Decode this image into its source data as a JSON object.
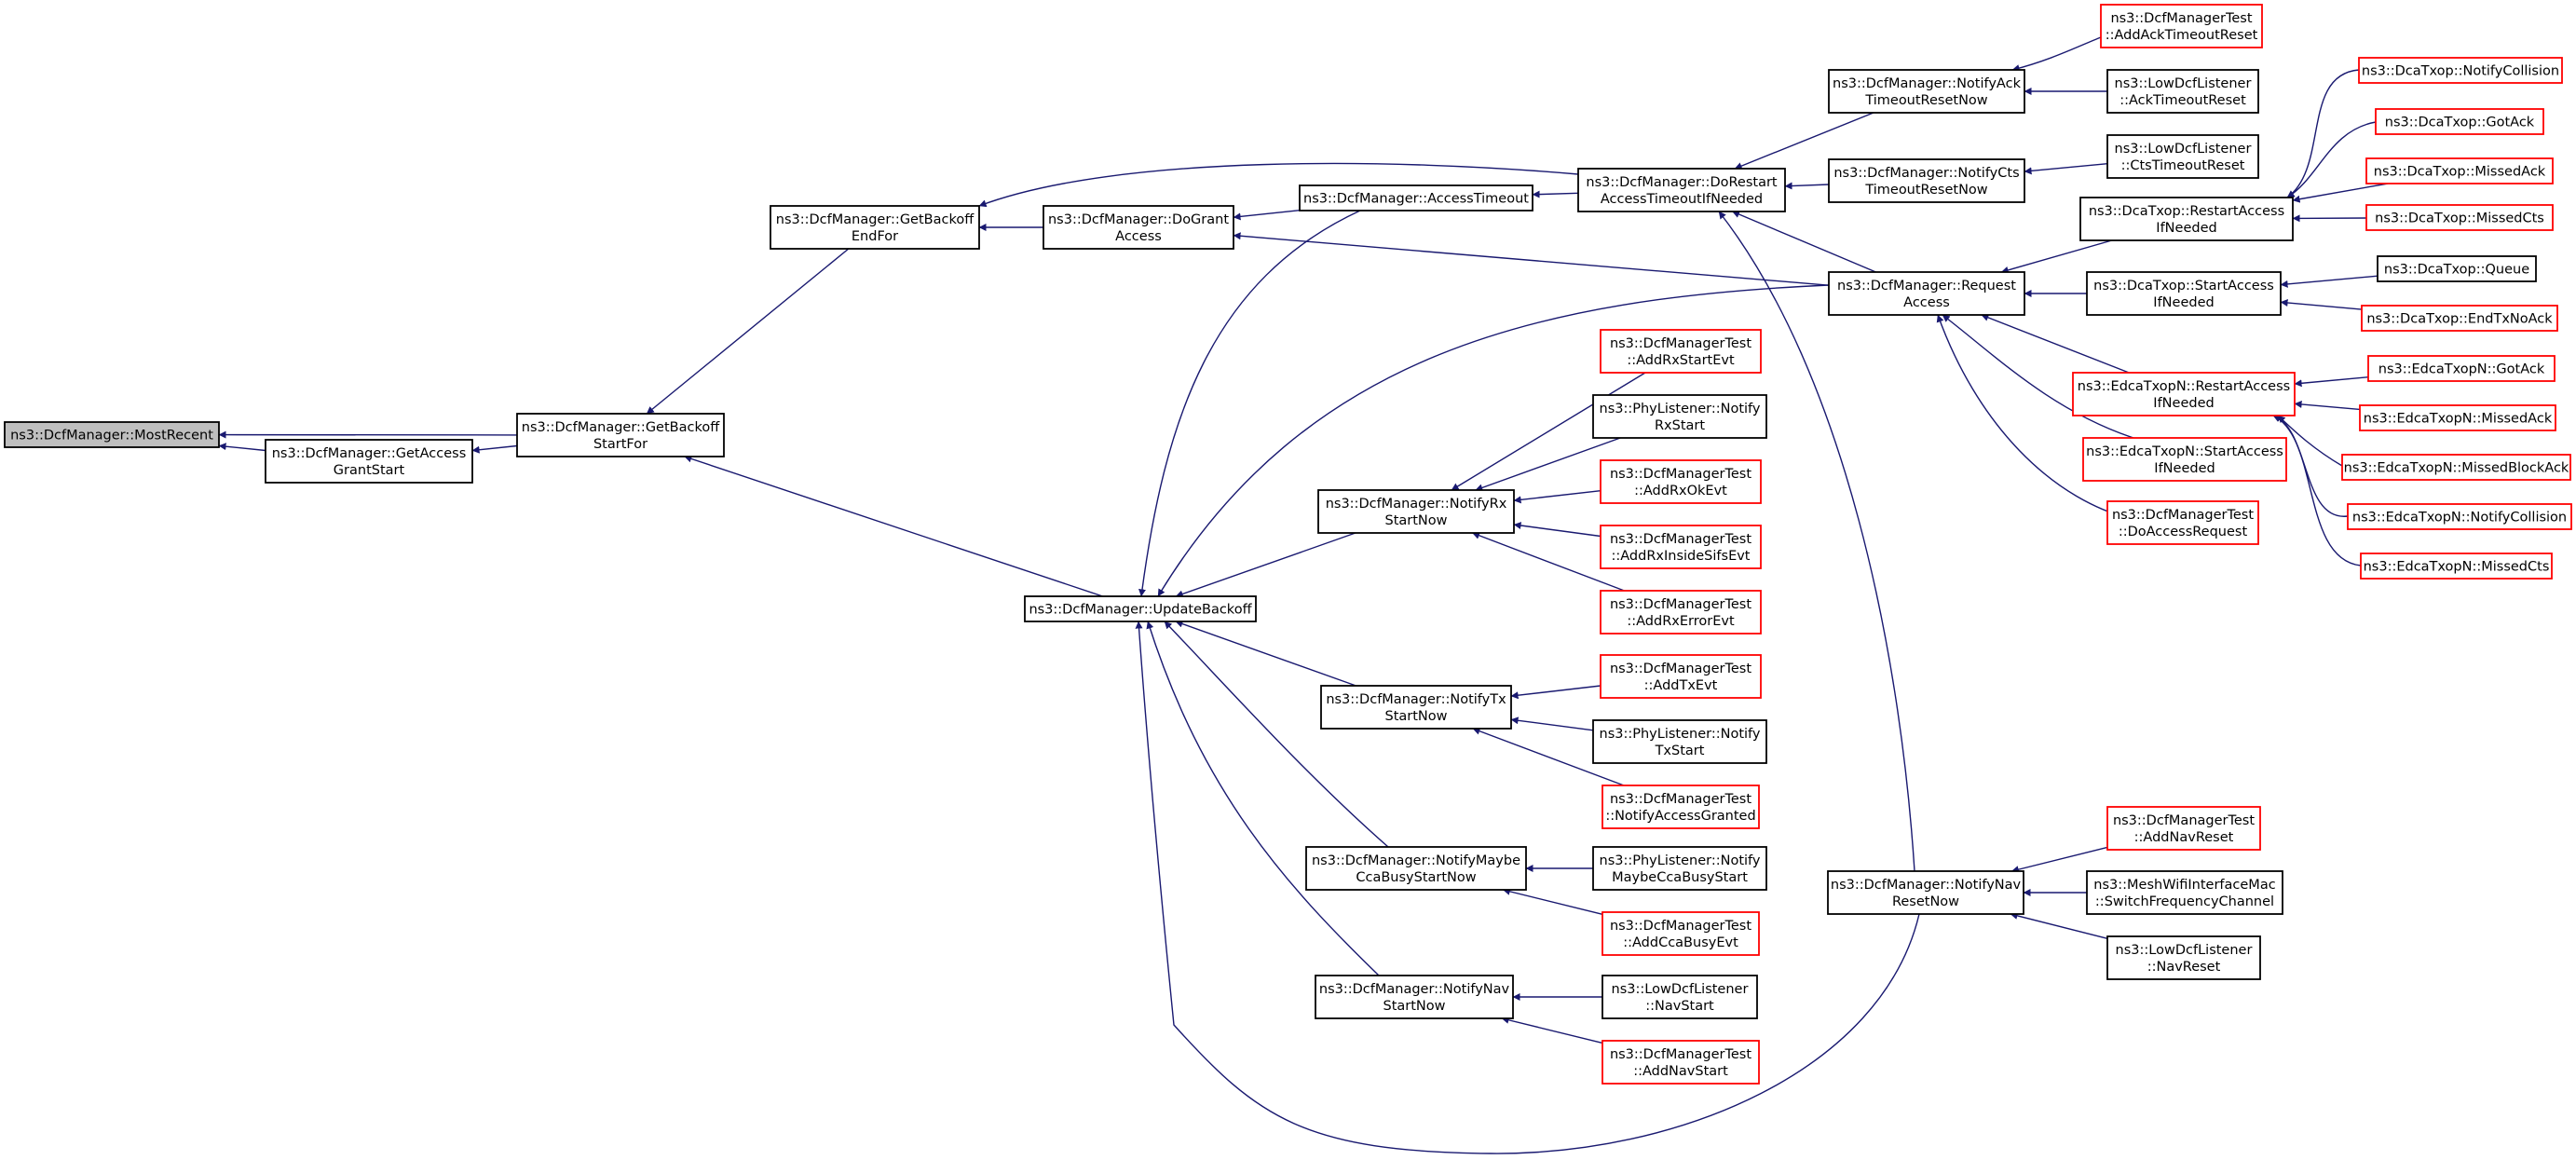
{
  "colors": {
    "edge": "#191970",
    "root_fill": "#bfbfbf",
    "normal_border": "#000000",
    "external_border": "#ff0000",
    "node_fill": "#ffffff"
  },
  "nodes": [
    {
      "id": "mostRecent",
      "lines": [
        "ns3::DcfManager::MostRecent"
      ],
      "root": true
    },
    {
      "id": "getAccessGrantStart",
      "lines": [
        "ns3::DcfManager::GetAccess",
        "GrantStart"
      ]
    },
    {
      "id": "getBackoffStartFor",
      "lines": [
        "ns3::DcfManager::GetBackoff",
        "StartFor"
      ]
    },
    {
      "id": "getBackoffEndFor",
      "lines": [
        "ns3::DcfManager::GetBackoff",
        "EndFor"
      ]
    },
    {
      "id": "doGrantAccess",
      "lines": [
        "ns3::DcfManager::DoGrant",
        "Access"
      ]
    },
    {
      "id": "accessTimeout",
      "lines": [
        "ns3::DcfManager::AccessTimeout"
      ]
    },
    {
      "id": "doRestart",
      "lines": [
        "ns3::DcfManager::DoRestart",
        "AccessTimeoutIfNeeded"
      ]
    },
    {
      "id": "notifyAckTimeoutResetNow",
      "lines": [
        "ns3::DcfManager::NotifyAck",
        "TimeoutResetNow"
      ]
    },
    {
      "id": "addAckTimeoutReset",
      "lines": [
        "ns3::DcfManagerTest",
        "::AddAckTimeoutReset"
      ],
      "external": true
    },
    {
      "id": "ackTimeoutReset",
      "lines": [
        "ns3::LowDcfListener",
        "::AckTimeoutReset"
      ]
    },
    {
      "id": "notifyCtsTimeoutResetNow",
      "lines": [
        "ns3::DcfManager::NotifyCts",
        "TimeoutResetNow"
      ]
    },
    {
      "id": "ctsTimeoutReset",
      "lines": [
        "ns3::LowDcfListener",
        "::CtsTimeoutReset"
      ]
    },
    {
      "id": "requestAccess",
      "lines": [
        "ns3::DcfManager::Request",
        "Access"
      ]
    },
    {
      "id": "dcaRestartAccess",
      "lines": [
        "ns3::DcaTxop::RestartAccess",
        "IfNeeded"
      ]
    },
    {
      "id": "dcaNotifyCollision",
      "lines": [
        "ns3::DcaTxop::NotifyCollision"
      ],
      "external": true
    },
    {
      "id": "dcaGotAck",
      "lines": [
        "ns3::DcaTxop::GotAck"
      ],
      "external": true
    },
    {
      "id": "dcaMissedAck",
      "lines": [
        "ns3::DcaTxop::MissedAck"
      ],
      "external": true
    },
    {
      "id": "dcaMissedCts",
      "lines": [
        "ns3::DcaTxop::MissedCts"
      ],
      "external": true
    },
    {
      "id": "dcaStartAccess",
      "lines": [
        "ns3::DcaTxop::StartAccess",
        "IfNeeded"
      ]
    },
    {
      "id": "dcaQueue",
      "lines": [
        "ns3::DcaTxop::Queue"
      ]
    },
    {
      "id": "dcaEndTxNoAck",
      "lines": [
        "ns3::DcaTxop::EndTxNoAck"
      ],
      "external": true
    },
    {
      "id": "edcaRestartAccess",
      "lines": [
        "ns3::EdcaTxopN::RestartAccess",
        "IfNeeded"
      ],
      "external": true
    },
    {
      "id": "edcaGotAck",
      "lines": [
        "ns3::EdcaTxopN::GotAck"
      ],
      "external": true
    },
    {
      "id": "edcaMissedAck",
      "lines": [
        "ns3::EdcaTxopN::MissedAck"
      ],
      "external": true
    },
    {
      "id": "edcaMissedBlockAck",
      "lines": [
        "ns3::EdcaTxopN::MissedBlockAck"
      ],
      "external": true
    },
    {
      "id": "edcaNotifyCollision",
      "lines": [
        "ns3::EdcaTxopN::NotifyCollision"
      ],
      "external": true
    },
    {
      "id": "edcaMissedCts",
      "lines": [
        "ns3::EdcaTxopN::MissedCts"
      ],
      "external": true
    },
    {
      "id": "edcaStartAccess",
      "lines": [
        "ns3::EdcaTxopN::StartAccess",
        "IfNeeded"
      ],
      "external": true
    },
    {
      "id": "doAccessRequest",
      "lines": [
        "ns3::DcfManagerTest",
        "::DoAccessRequest"
      ],
      "external": true
    },
    {
      "id": "updateBackoff",
      "lines": [
        "ns3::DcfManager::UpdateBackoff"
      ]
    },
    {
      "id": "notifyRxStartNow",
      "lines": [
        "ns3::DcfManager::NotifyRx",
        "StartNow"
      ]
    },
    {
      "id": "addRxStartEvt",
      "lines": [
        "ns3::DcfManagerTest",
        "::AddRxStartEvt"
      ],
      "external": true
    },
    {
      "id": "phyNotifyRxStart",
      "lines": [
        "ns3::PhyListener::Notify",
        "RxStart"
      ]
    },
    {
      "id": "addRxOkEvt",
      "lines": [
        "ns3::DcfManagerTest",
        "::AddRxOkEvt"
      ],
      "external": true
    },
    {
      "id": "addRxInsideSifsEvt",
      "lines": [
        "ns3::DcfManagerTest",
        "::AddRxInsideSifsEvt"
      ],
      "external": true
    },
    {
      "id": "addRxErrorEvt",
      "lines": [
        "ns3::DcfManagerTest",
        "::AddRxErrorEvt"
      ],
      "external": true
    },
    {
      "id": "notifyTxStartNow",
      "lines": [
        "ns3::DcfManager::NotifyTx",
        "StartNow"
      ]
    },
    {
      "id": "addTxEvt",
      "lines": [
        "ns3::DcfManagerTest",
        "::AddTxEvt"
      ],
      "external": true
    },
    {
      "id": "phyNotifyTxStart",
      "lines": [
        "ns3::PhyListener::Notify",
        "TxStart"
      ]
    },
    {
      "id": "notifyAccessGranted",
      "lines": [
        "ns3::DcfManagerTest",
        "::NotifyAccessGranted"
      ],
      "external": true
    },
    {
      "id": "notifyMaybeCcaBusyStartNow",
      "lines": [
        "ns3::DcfManager::NotifyMaybe",
        "CcaBusyStartNow"
      ]
    },
    {
      "id": "phyNotifyMaybeCcaBusyStart",
      "lines": [
        "ns3::PhyListener::Notify",
        "MaybeCcaBusyStart"
      ]
    },
    {
      "id": "addCcaBusyEvt",
      "lines": [
        "ns3::DcfManagerTest",
        "::AddCcaBusyEvt"
      ],
      "external": true
    },
    {
      "id": "notifyNavStartNow",
      "lines": [
        "ns3::DcfManager::NotifyNav",
        "StartNow"
      ]
    },
    {
      "id": "lowNavStart",
      "lines": [
        "ns3::LowDcfListener",
        "::NavStart"
      ]
    },
    {
      "id": "addNavStart",
      "lines": [
        "ns3::DcfManagerTest",
        "::AddNavStart"
      ],
      "external": true
    },
    {
      "id": "notifyNavResetNow",
      "lines": [
        "ns3::DcfManager::NotifyNav",
        "ResetNow"
      ]
    },
    {
      "id": "addNavReset",
      "lines": [
        "ns3::DcfManagerTest",
        "::AddNavReset"
      ],
      "external": true
    },
    {
      "id": "switchFrequencyChannel",
      "lines": [
        "ns3::MeshWifiInterfaceMac",
        "::SwitchFrequencyChannel"
      ]
    },
    {
      "id": "lowNavReset",
      "lines": [
        "ns3::LowDcfListener",
        "::NavReset"
      ]
    }
  ],
  "edges": [
    {
      "from": "getAccessGrantStart",
      "to": "mostRecent"
    },
    {
      "from": "getBackoffStartFor",
      "to": "mostRecent"
    },
    {
      "from": "getBackoffStartFor",
      "to": "getAccessGrantStart"
    },
    {
      "from": "getBackoffEndFor",
      "to": "getBackoffStartFor"
    },
    {
      "from": "updateBackoff",
      "to": "getBackoffStartFor"
    },
    {
      "from": "doGrantAccess",
      "to": "getBackoffEndFor"
    },
    {
      "from": "doRestart",
      "to": "getBackoffEndFor"
    },
    {
      "from": "accessTimeout",
      "to": "doGrantAccess"
    },
    {
      "from": "requestAccess",
      "to": "doGrantAccess"
    },
    {
      "from": "doRestart",
      "to": "accessTimeout"
    },
    {
      "from": "notifyAckTimeoutResetNow",
      "to": "doRestart"
    },
    {
      "from": "notifyCtsTimeoutResetNow",
      "to": "doRestart"
    },
    {
      "from": "requestAccess",
      "to": "doRestart"
    },
    {
      "from": "notifyNavResetNow",
      "to": "doRestart"
    },
    {
      "from": "addAckTimeoutReset",
      "to": "notifyAckTimeoutResetNow"
    },
    {
      "from": "ackTimeoutReset",
      "to": "notifyAckTimeoutResetNow"
    },
    {
      "from": "ctsTimeoutReset",
      "to": "notifyCtsTimeoutResetNow"
    },
    {
      "from": "dcaRestartAccess",
      "to": "requestAccess"
    },
    {
      "from": "dcaStartAccess",
      "to": "requestAccess"
    },
    {
      "from": "edcaRestartAccess",
      "to": "requestAccess"
    },
    {
      "from": "edcaStartAccess",
      "to": "requestAccess"
    },
    {
      "from": "doAccessRequest",
      "to": "requestAccess"
    },
    {
      "from": "dcaNotifyCollision",
      "to": "dcaRestartAccess"
    },
    {
      "from": "dcaGotAck",
      "to": "dcaRestartAccess"
    },
    {
      "from": "dcaMissedAck",
      "to": "dcaRestartAccess"
    },
    {
      "from": "dcaMissedCts",
      "to": "dcaRestartAccess"
    },
    {
      "from": "dcaQueue",
      "to": "dcaStartAccess"
    },
    {
      "from": "dcaEndTxNoAck",
      "to": "dcaStartAccess"
    },
    {
      "from": "edcaGotAck",
      "to": "edcaRestartAccess"
    },
    {
      "from": "edcaMissedAck",
      "to": "edcaRestartAccess"
    },
    {
      "from": "edcaMissedBlockAck",
      "to": "edcaRestartAccess"
    },
    {
      "from": "edcaNotifyCollision",
      "to": "edcaRestartAccess"
    },
    {
      "from": "edcaMissedCts",
      "to": "edcaRestartAccess"
    },
    {
      "from": "accessTimeout",
      "to": "updateBackoff"
    },
    {
      "from": "requestAccess",
      "to": "updateBackoff"
    },
    {
      "from": "notifyRxStartNow",
      "to": "updateBackoff"
    },
    {
      "from": "notifyTxStartNow",
      "to": "updateBackoff"
    },
    {
      "from": "notifyMaybeCcaBusyStartNow",
      "to": "updateBackoff"
    },
    {
      "from": "notifyNavStartNow",
      "to": "updateBackoff"
    },
    {
      "from": "notifyNavResetNow",
      "to": "updateBackoff"
    },
    {
      "from": "addRxStartEvt",
      "to": "notifyRxStartNow"
    },
    {
      "from": "phyNotifyRxStart",
      "to": "notifyRxStartNow"
    },
    {
      "from": "addRxOkEvt",
      "to": "notifyRxStartNow"
    },
    {
      "from": "addRxInsideSifsEvt",
      "to": "notifyRxStartNow"
    },
    {
      "from": "addRxErrorEvt",
      "to": "notifyRxStartNow"
    },
    {
      "from": "addTxEvt",
      "to": "notifyTxStartNow"
    },
    {
      "from": "phyNotifyTxStart",
      "to": "notifyTxStartNow"
    },
    {
      "from": "notifyAccessGranted",
      "to": "notifyTxStartNow"
    },
    {
      "from": "phyNotifyMaybeCcaBusyStart",
      "to": "notifyMaybeCcaBusyStartNow"
    },
    {
      "from": "addCcaBusyEvt",
      "to": "notifyMaybeCcaBusyStartNow"
    },
    {
      "from": "lowNavStart",
      "to": "notifyNavStartNow"
    },
    {
      "from": "addNavStart",
      "to": "notifyNavStartNow"
    },
    {
      "from": "addNavReset",
      "to": "notifyNavResetNow"
    },
    {
      "from": "switchFrequencyChannel",
      "to": "notifyNavResetNow"
    },
    {
      "from": "lowNavReset",
      "to": "notifyNavResetNow"
    }
  ]
}
